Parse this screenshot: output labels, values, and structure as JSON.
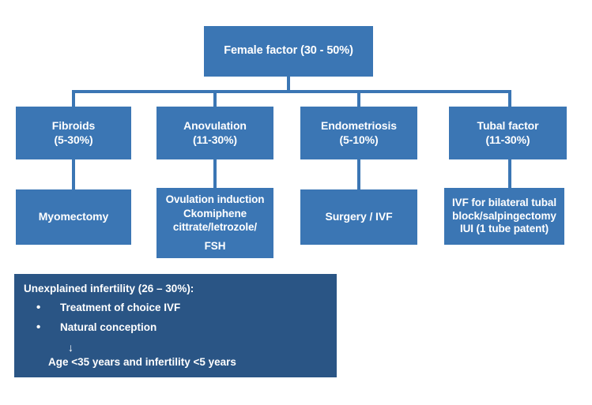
{
  "diagram": {
    "title": "Female factor infertility causes and treatments flowchart",
    "colors": {
      "node_blue": "#3b76b4",
      "note_navy": "#2a5585",
      "text": "#ffffff",
      "background": "#ffffff"
    },
    "root": {
      "label": "Female factor (30 - 50%)"
    },
    "causes": [
      {
        "name": "Fibroids",
        "prevalence": "(5-30%)"
      },
      {
        "name": "Anovulation",
        "prevalence": "(11-30%)"
      },
      {
        "name": "Endometriosis",
        "prevalence": "(5-10%)"
      },
      {
        "name": "Tubal factor",
        "prevalence": "(11-30%)"
      }
    ],
    "treatments": [
      {
        "lines": [
          "Myomectomy"
        ]
      },
      {
        "lines": [
          "Ovulation induction",
          "Ckomiphene",
          "cittrate/letrozole/",
          "FSH"
        ]
      },
      {
        "lines": [
          "Surgery / IVF"
        ]
      },
      {
        "lines": [
          "IVF for bilateral tubal",
          "block/salpingectomy",
          "IUI (1 tube patent)"
        ]
      }
    ],
    "note": {
      "title": "Unexplained infertility (26 – 30%):",
      "bullets": [
        "Treatment of choice IVF",
        "Natural conception"
      ],
      "arrow": "↓",
      "footer": "Age <35 years and infertility <5 years"
    }
  }
}
